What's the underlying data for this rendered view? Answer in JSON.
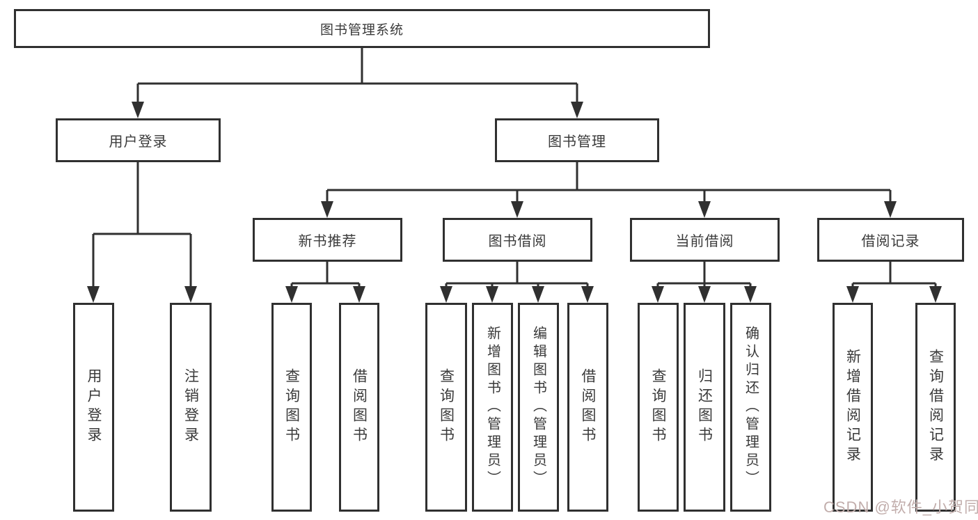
{
  "tree": {
    "root": {
      "label": "图书管理系统",
      "children": [
        {
          "label": "用户登录",
          "children": [
            {
              "label": "用户登录"
            },
            {
              "label": "注销登录"
            }
          ]
        },
        {
          "label": "图书管理",
          "children": [
            {
              "label": "新书推荐",
              "children": [
                {
                  "label": "查询图书"
                },
                {
                  "label": "借阅图书"
                }
              ]
            },
            {
              "label": "图书借阅",
              "children": [
                {
                  "label": "查询图书"
                },
                {
                  "label": "新增图书（管理员）"
                },
                {
                  "label": "编辑图书（管理员）"
                },
                {
                  "label": "借阅图书"
                }
              ]
            },
            {
              "label": "当前借阅",
              "children": [
                {
                  "label": "查询图书"
                },
                {
                  "label": "归还图书"
                },
                {
                  "label": "确认归还（管理员）"
                }
              ]
            },
            {
              "label": "借阅记录",
              "children": [
                {
                  "label": "新增借阅记录"
                },
                {
                  "label": "查询借阅记录"
                }
              ]
            }
          ]
        }
      ]
    }
  },
  "watermark": {
    "text": "CSDN @软件_小贺同学"
  },
  "colors": {
    "line": "#303030",
    "node_text": "#3a3a3a",
    "background": "#ffffff",
    "watermark_text": "#c2aeac"
  }
}
